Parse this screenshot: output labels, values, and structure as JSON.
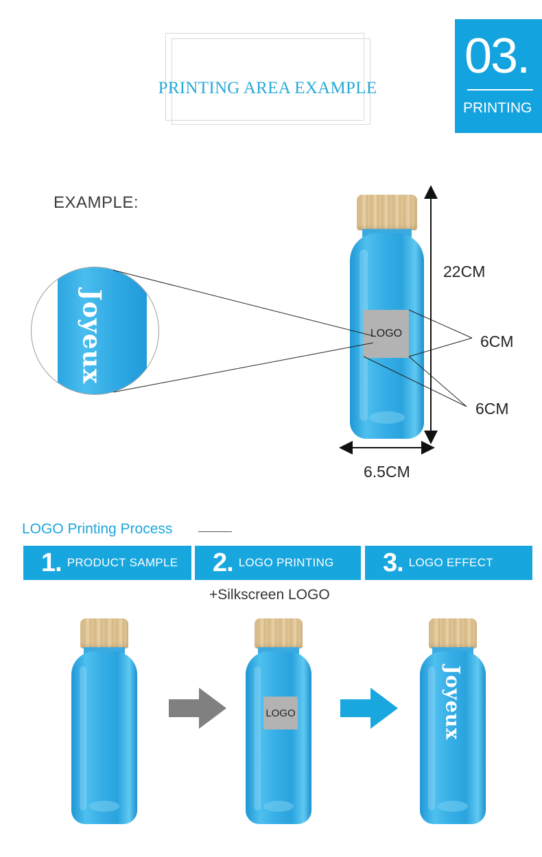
{
  "header": {
    "title": "PRINTING AREA EXAMPLE",
    "badge_number": "03.",
    "badge_label": "PRINTING"
  },
  "example": {
    "label": "EXAMPLE:",
    "height": "22CM",
    "print_width": "6CM",
    "print_height": "6CM",
    "bottle_width": "6.5CM",
    "logo_text": "LOGO",
    "brand_text": "Joyeux"
  },
  "process": {
    "title": "LOGO Printing Process",
    "steps": [
      {
        "number": "1.",
        "label": "PRODUCT SAMPLE"
      },
      {
        "number": "2.",
        "label": "LOGO PRINTING"
      },
      {
        "number": "3.",
        "label": "LOGO EFFECT"
      }
    ],
    "method": "+Silkscreen LOGO",
    "logo_text": "LOGO",
    "brand_text": "Joyeux"
  },
  "colors": {
    "accent": "#13a3de",
    "bottle": "#2ba6e1",
    "logo_box": "#b3b3b3",
    "gray_arrow": "#808080"
  }
}
